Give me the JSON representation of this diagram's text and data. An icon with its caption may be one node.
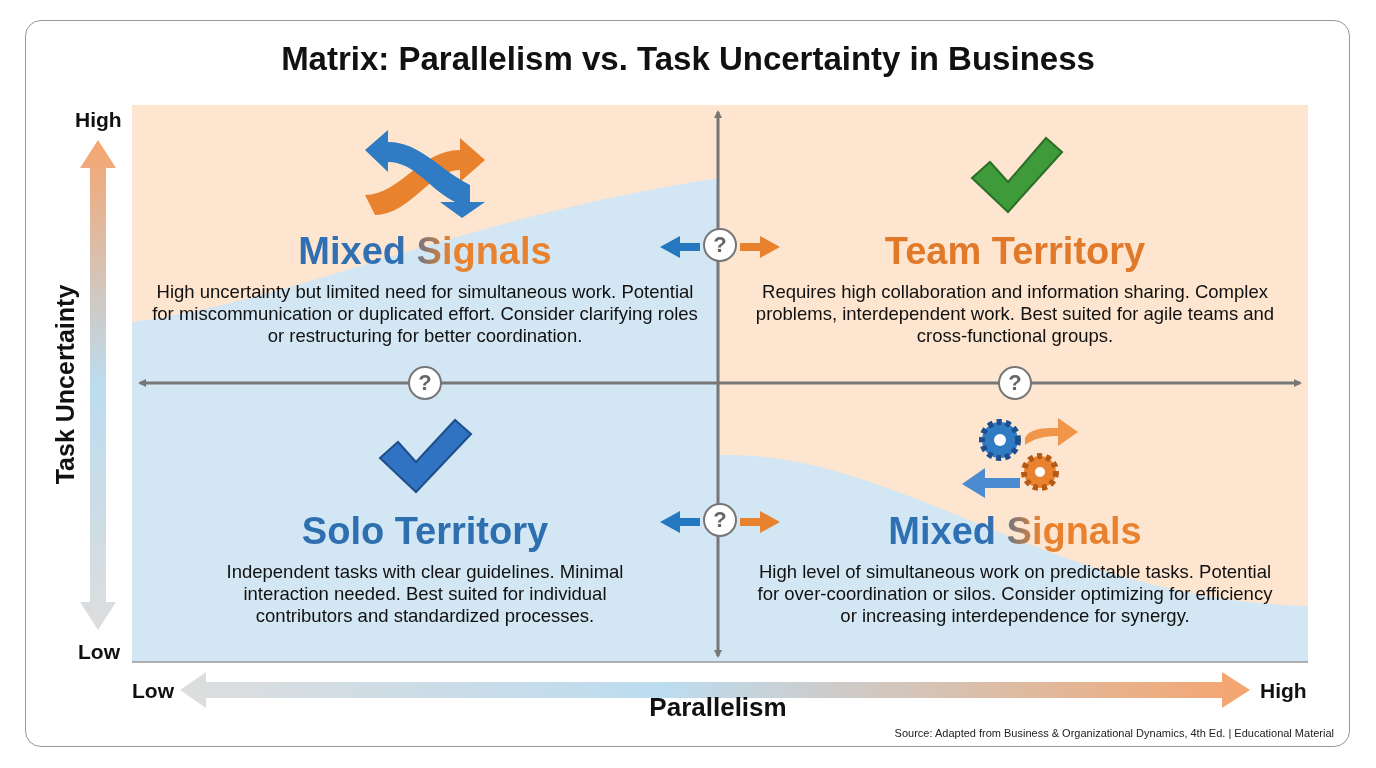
{
  "diagram": {
    "title": "Matrix: Parallelism vs. Task Uncertainty in Business",
    "caption": "Source: Adapted from Business & Organizational Dynamics, 4th Ed. | Educational Material",
    "nodes": [
      {
        "text": [
          "Mixed Signals",
          "High uncertainty but limited need for simultaneous work. Potential for miscommunication or duplicated effort. Consider clarifying roles or restructuring for better coordination."
        ]
      },
      {
        "text": [
          "Team Territory",
          "Requires high collaboration and information sharing. Complex problems, interdependent work. Best suited for agile teams and cross-functional groups."
        ]
      },
      {
        "text": [
          "Solo Territory",
          "Independent tasks with clear guidelines. Minimal interaction needed. Best suited for individual contributors and standardized processes."
        ]
      },
      {
        "text": [
          "Mixed Signals",
          "High level of simultaneous work on predictable tasks. Potential for over-coordination or silos. Consider optimizing for efficiency or increasing interdependence for synergy."
        ]
      }
    ],
    "labels": [
      "High",
      "?",
      "?",
      "?",
      "?",
      "Low",
      "Task Uncertainty",
      "Low",
      "Parallelism",
      "High"
    ]
  }
}
